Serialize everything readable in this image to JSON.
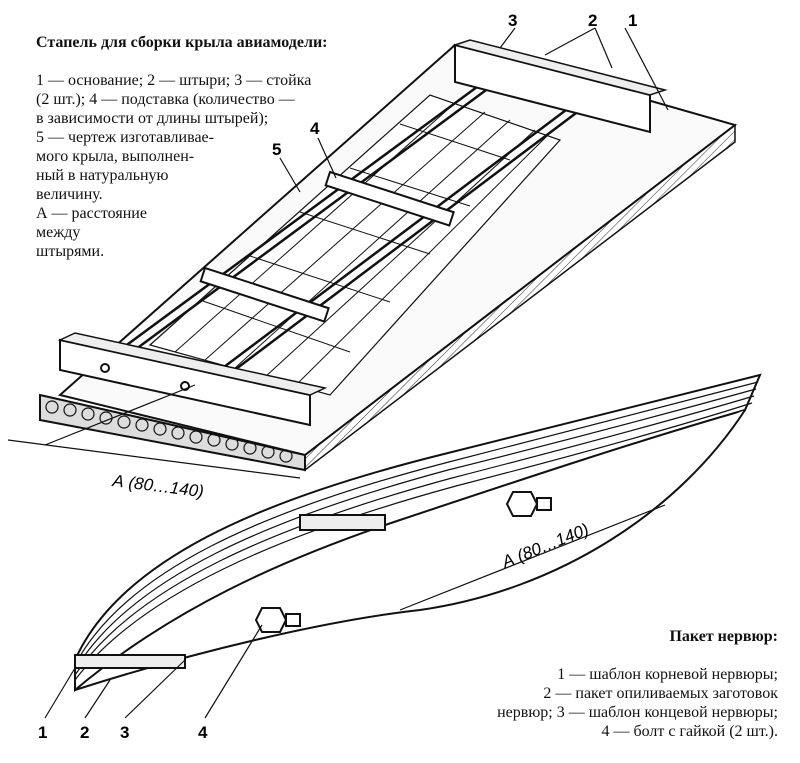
{
  "top_caption": {
    "title": "Стапель для сборки крыла авиамодели:",
    "body": "1 — основание; 2 — штыри; 3 — стойка\n(2 шт.); 4 — подставка (количество —\nв зависимости от длины штырей);\n5 — чертеж изготавливае-\nмого крыла, выполнен-\nный в натуральную\nвеличину.\nА — расстояние\nмежду\nштырями."
  },
  "bottom_caption": {
    "title": "Пакет нервюр:",
    "body": "1 — шаблон корневой нервюры;\n2 — пакет опиливаемых заготовок\nнервюр; 3 — шаблон концевой нервюры;\n4 — болт с гайкой (2 шт.)."
  },
  "top_labels": {
    "l1": "1",
    "l2": "2",
    "l3": "3",
    "l4": "4",
    "l5": "5",
    "dim": "А (80…140)"
  },
  "bottom_labels": {
    "l1": "1",
    "l2": "2",
    "l3": "3",
    "l4": "4",
    "dim": "А (80…140)"
  }
}
